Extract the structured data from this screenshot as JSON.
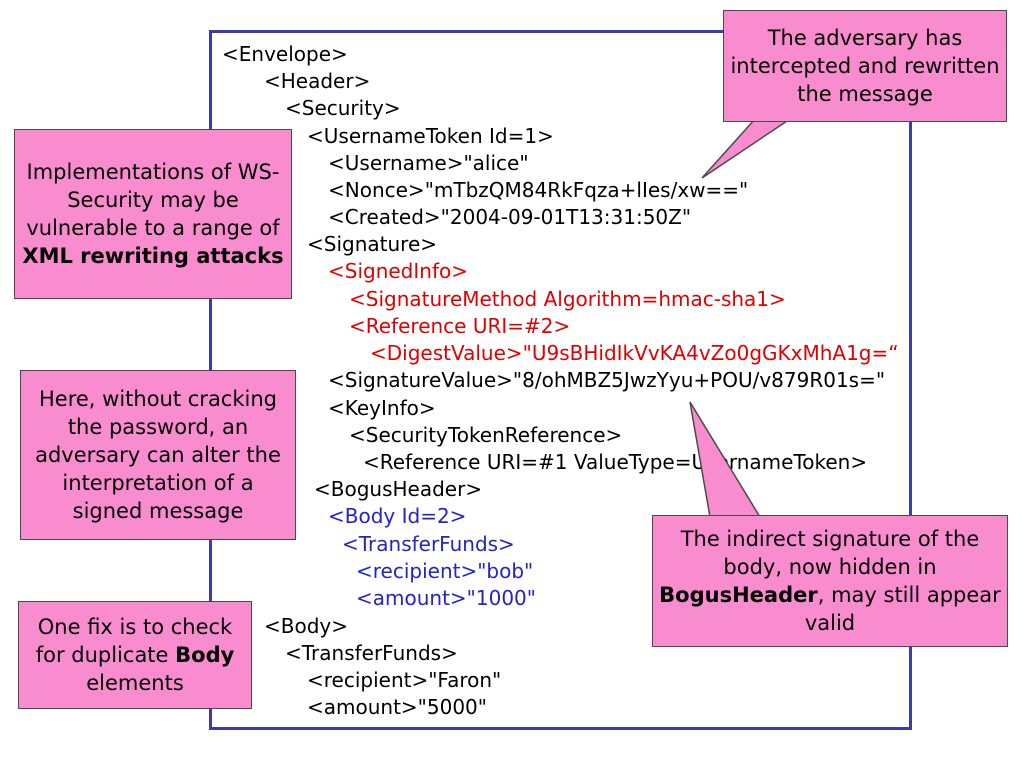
{
  "xml_lines": [
    {
      "text": "<Envelope>",
      "color": "black"
    },
    {
      "text": "<Header>",
      "color": "black"
    },
    {
      "text": "<Security>",
      "color": "black"
    },
    {
      "text": "<UsernameToken Id=1>",
      "color": "black"
    },
    {
      "text": "<Username>\"alice\"",
      "color": "black"
    },
    {
      "text": "<Nonce>\"mTbzQM84RkFqza+lIes/xw==\"",
      "color": "black"
    },
    {
      "text": "<Created>\"2004-09-01T13:31:50Z\"",
      "color": "black"
    },
    {
      "text": "<Signature>",
      "color": "black"
    },
    {
      "text": "<SignedInfo>",
      "color": "red"
    },
    {
      "text": "<SignatureMethod Algorithm=hmac-sha1>",
      "color": "red"
    },
    {
      "text": "<Reference URI=#2>",
      "color": "red"
    },
    {
      "text": "<DigestValue>\"U9sBHidIkVvKA4vZo0gGKxMhA1g=“",
      "color": "red"
    },
    {
      "text": "<SignatureValue>\"8/ohMBZ5JwzYyu+POU/v879R01s=\"",
      "color": "black"
    },
    {
      "text": "<KeyInfo>",
      "color": "black"
    },
    {
      "text": "<SecurityTokenReference>",
      "color": "black"
    },
    {
      "text": "<Reference URI=#1 ValueType=UsernameToken>",
      "color": "black"
    },
    {
      "text": "<BogusHeader>",
      "color": "black"
    },
    {
      "text": "<Body Id=2>",
      "color": "blue"
    },
    {
      "text": "<TransferFunds>",
      "color": "blue"
    },
    {
      "text": "<recipient>\"bob\"",
      "color": "blue"
    },
    {
      "text": "<amount>\"1000\"",
      "color": "blue"
    },
    {
      "text": "<Body>",
      "color": "black"
    },
    {
      "text": "<TransferFunds>",
      "color": "black"
    },
    {
      "text": "<recipient>\"Faron\"",
      "color": "black"
    },
    {
      "text": "<amount>\"5000\"",
      "color": "black"
    }
  ],
  "callouts": {
    "adversary": {
      "text": "The adversary has intercepted and rewritten the message"
    },
    "implementations": {
      "pre": "Implementations of WS-Security may be vulnerable to a range of ",
      "bold": "XML rewriting attacks"
    },
    "without_cracking": {
      "text": "Here, without cracking the password, an adversary can alter the interpretation of a signed message"
    },
    "fix": {
      "pre": "One fix is to check for duplicate ",
      "bold": "Body",
      "post": " elements"
    },
    "indirect": {
      "pre": "The indirect signature of the body, now hidden in ",
      "bold": "BogusHeader",
      "post": ", may still appear valid"
    }
  },
  "colors": {
    "frame_border": "#3b3bb0",
    "callout_fill": "#f98bcf",
    "red_text": "#e00000",
    "blue_text": "#2323c8"
  }
}
